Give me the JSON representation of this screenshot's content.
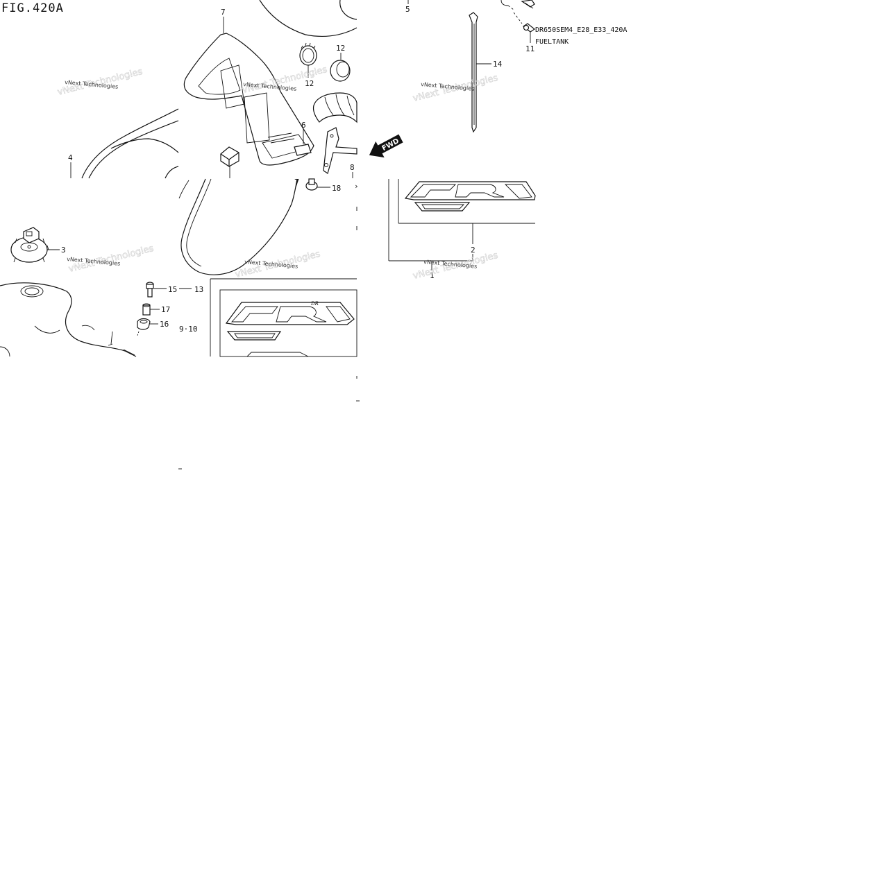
{
  "figure_title": "FIG.420A",
  "diagram_code": "DR650SEM4_E28_E33_420A",
  "section_name": "FUELTANK",
  "watermark": "vNext Technologies",
  "fwd_label": "FWD",
  "callouts": {
    "c1": "1",
    "c2": "2",
    "c3": "3",
    "c4": "4",
    "c5": "5",
    "c6": "6",
    "c7a": "7",
    "c7b": "7",
    "c8": "8",
    "c9_10": "9·10",
    "c11": "11",
    "c12a": "12",
    "c12b": "12",
    "c13": "13",
    "c14": "14",
    "c15": "15",
    "c16": "16",
    "c17": "17",
    "c18": "18"
  }
}
